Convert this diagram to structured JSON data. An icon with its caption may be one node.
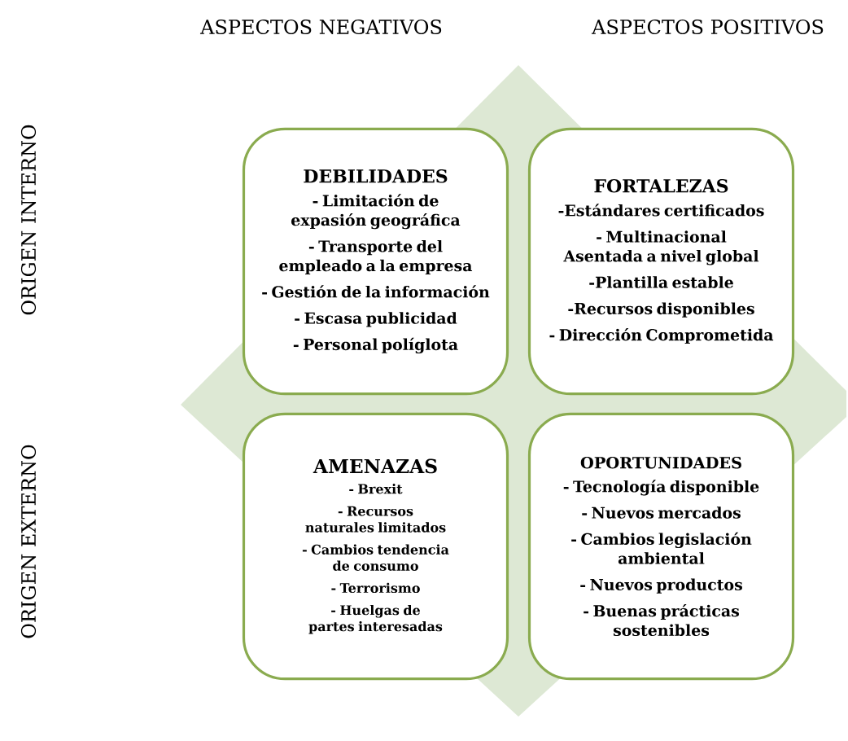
{
  "diagram": {
    "nodes": [
      {
        "text": [
          "DEBILIDADES",
          "- Limitación de expasión geográfica",
          "- Transporte del empleado a la empresa",
          "- Gestión de la información",
          "- Escasa publicidad",
          "- Personal políglota"
        ]
      },
      {
        "text": [
          "FORTALEZAS",
          "-Estándares certificados",
          "- Multinacional Asentada a nivel global",
          "-Plantilla estable",
          "-Recursos disponibles",
          "- Dirección Comprometida"
        ]
      },
      {
        "text": [
          "AMENAZAS",
          "- Brexit",
          "- Recursos naturales limitados",
          "- Cambios tendencia de consumo",
          "- Terrorismo",
          "- Huelgas de partes interesadas"
        ]
      },
      {
        "text": [
          "OPORTUNIDADES",
          "- Tecnología disponible",
          "- Nuevos mercados",
          "- Cambios legislación ambiental",
          "- Nuevos productos",
          "- Buenas prácticas sostenibles"
        ]
      }
    ],
    "labels": [
      "ASPECTOS NEGATIVOS",
      "ASPECTOS POSITIVOS",
      "ORIGEN INTERNO",
      "ORIGEN EXTERNO"
    ]
  }
}
